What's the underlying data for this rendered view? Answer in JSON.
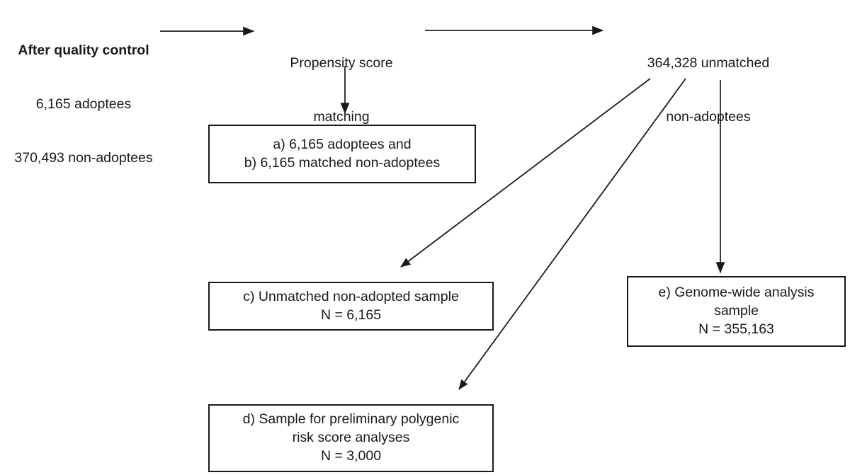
{
  "diagram": {
    "type": "flowchart",
    "title": "Sample derivation flowchart",
    "background_color": "#ffffff",
    "line_color": "#1a1a1a",
    "nodes": {
      "source": {
        "name": "after-quality-control",
        "lines": [
          "After quality control",
          "6,165 adoptees",
          "370,493 non-adoptees"
        ]
      },
      "process": {
        "name": "propensity-score-matching",
        "lines": [
          "Propensity score",
          "matching"
        ]
      },
      "unmatched": {
        "name": "unmatched-non-adoptees",
        "lines": [
          "364,328 unmatched",
          "non-adoptees"
        ]
      },
      "box_ab": {
        "name": "matched-sample-box",
        "lines": [
          "a) 6,165 adoptees and",
          "b) 6,165 matched non-adoptees"
        ]
      },
      "box_c": {
        "name": "unmatched-sample-box",
        "lines": [
          "c) Unmatched non-adopted sample",
          "N = 6,165"
        ]
      },
      "box_d": {
        "name": "polygenic-risk-score-box",
        "lines": [
          "d) Sample for preliminary polygenic",
          "risk score analyses",
          "N = 3,000"
        ]
      },
      "box_e": {
        "name": "genome-wide-analysis-box",
        "lines": [
          "e) Genome-wide analysis",
          "sample",
          "N = 355,163"
        ]
      }
    },
    "connectors": [
      {
        "name": "arrow-source-to-process",
        "from": "after-quality-control",
        "to": "propensity-score-matching",
        "direction": "right"
      },
      {
        "name": "arrow-process-to-unmatched",
        "from": "propensity-score-matching",
        "to": "unmatched-non-adoptees",
        "direction": "right"
      },
      {
        "name": "arrow-process-to-box-ab",
        "from": "propensity-score-matching",
        "to": "matched-sample-box",
        "direction": "down"
      },
      {
        "name": "arrow-unmatched-to-box-c",
        "from": "unmatched-non-adoptees",
        "to": "unmatched-sample-box",
        "direction": "diagonal-down-left"
      },
      {
        "name": "arrow-unmatched-to-box-d",
        "from": "unmatched-non-adoptees",
        "to": "polygenic-risk-score-box",
        "direction": "diagonal-down-left"
      },
      {
        "name": "arrow-unmatched-to-box-e",
        "from": "unmatched-non-adoptees",
        "to": "genome-wide-analysis-box",
        "direction": "down"
      }
    ]
  }
}
